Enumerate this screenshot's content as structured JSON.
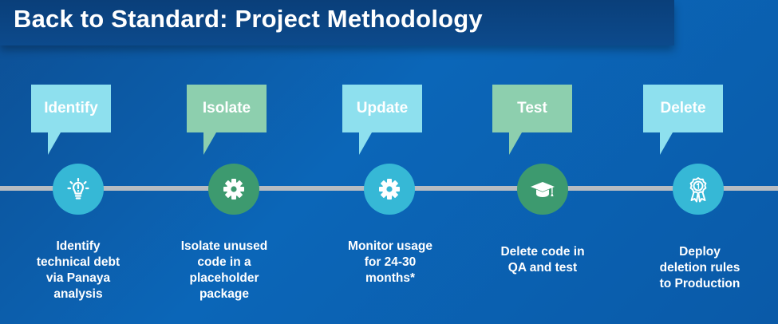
{
  "title": "Back to Standard: Project Methodology",
  "steps": [
    {
      "label": "Identify",
      "icon": "lightbulb-icon",
      "description": [
        "Identify",
        "technical debt",
        "via Panaya",
        "analysis"
      ]
    },
    {
      "label": "Isolate",
      "icon": "gear-icon",
      "description": [
        "Isolate unused",
        "code in a",
        "placeholder",
        "package"
      ]
    },
    {
      "label": "Update",
      "icon": "gear-icon",
      "description": [
        "Monitor usage",
        "for 24-30",
        "months*"
      ]
    },
    {
      "label": "Test",
      "icon": "graduation-cap-icon",
      "description": [
        "Delete code in",
        "QA and test"
      ]
    },
    {
      "label": "Delete",
      "icon": "award-ribbon-icon",
      "description": [
        "Deploy",
        "deletion rules",
        "to Production"
      ]
    }
  ],
  "colors": {
    "background": "#0b66b8",
    "title_bar": "#0c4a8c",
    "timeline": "#b7bcc2",
    "cyan_bubble": "#8ee0ee",
    "cyan_circle": "#36b8d6",
    "green_bubble": "#8dcfae",
    "green_circle": "#3d9a6f"
  }
}
